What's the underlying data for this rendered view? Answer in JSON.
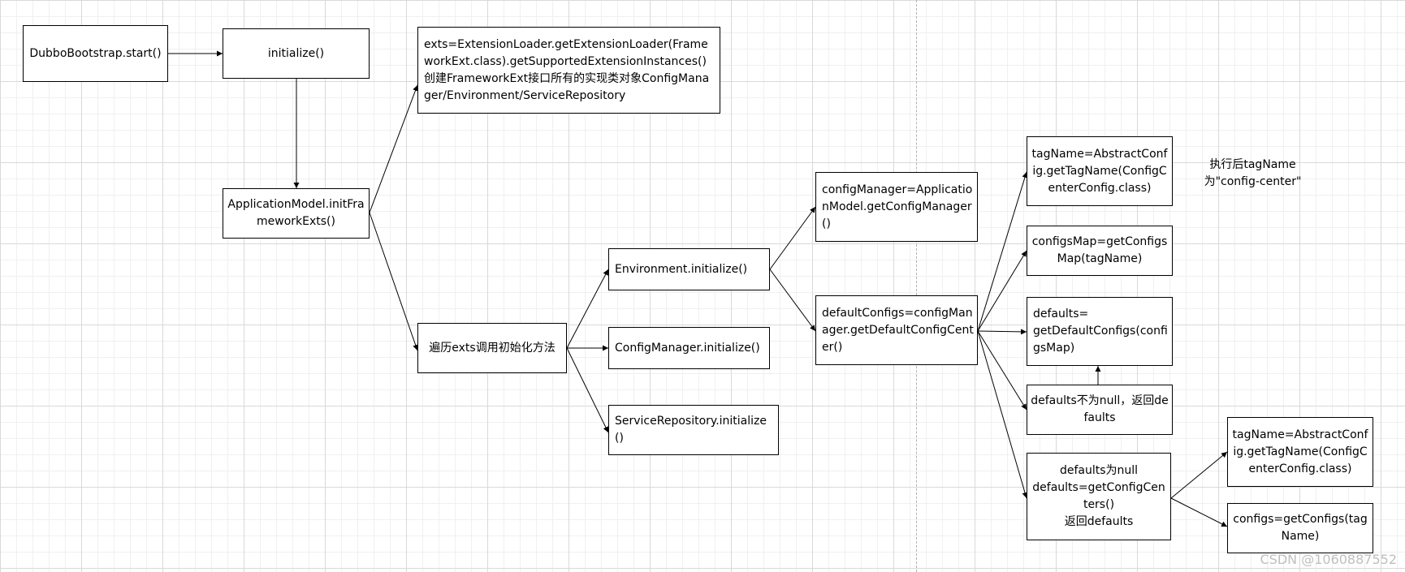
{
  "nodes": {
    "bootstrap_start": "DubboBootstrap.start()",
    "initialize": "initialize()",
    "exts_loader": "exts=ExtensionLoader.getExtensionLoader(FrameworkExt.class).getSupportedExtensionInstances()\n创建FrameworkExt接口所有的实现类对象ConfigManager/Environment/ServiceRepository",
    "init_framework_exts": "ApplicationModel.initFrameworkExts()",
    "iterate_exts": "遍历exts调用初始化方法",
    "env_initialize": "Environment.initialize()",
    "config_manager_initialize": "ConfigManager.initialize()",
    "service_repo_initialize": "ServiceRepository.initialize()",
    "get_config_manager": "configManager=ApplicationModel.getConfigManager()",
    "get_default_config_center": "defaultConfigs=configManager.getDefaultConfigCenter()",
    "tag_name_1": "tagName=AbstractConfig.getTagName(ConfigCenterConfig.class)",
    "configs_map": "configsMap=getConfigsMap(tagName)",
    "get_default_configs": "defaults=\ngetDefaultConfigs(configsMap)",
    "defaults_not_null": "defaults不为null，返回defaults",
    "defaults_null": "defaults为null\ndefaults=getConfigCenters()\n返回defaults",
    "tag_name_2": "tagName=AbstractConfig.getTagName(ConfigCenterConfig.class)",
    "get_configs": "configs=getConfigs(tagName)"
  },
  "note": "执行后tagName\n为\"config-center\"",
  "watermark": "CSDN @1060887552",
  "colors": {
    "line": "#000000",
    "grid_major": "#d9d9d9",
    "grid_minor": "#f0f0f0",
    "watermark": "#bfbfbf"
  }
}
